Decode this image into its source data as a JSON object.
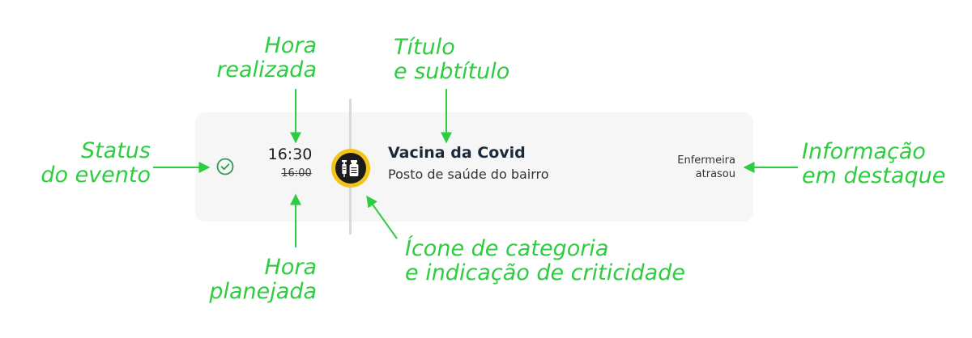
{
  "annotations": {
    "hora_realizada": [
      "Hora",
      "realizada"
    ],
    "titulo": [
      "Título",
      "e subtítulo"
    ],
    "status": [
      "Status",
      "do evento"
    ],
    "informacao": [
      "Informação",
      "em destaque"
    ],
    "hora_planejada": [
      "Hora",
      "planejada"
    ],
    "icone": [
      "Ícone de categoria",
      "e indicação de criticidade"
    ]
  },
  "event": {
    "time_done": "16:30",
    "time_planned": "16:00",
    "title": "Vacina da Covid",
    "subtitle": "Posto de saúde do bairro",
    "highlight": [
      "Enfermeira",
      "atrasou"
    ],
    "status_icon": "check-circle-icon",
    "category_icon": "vaccine-icon"
  },
  "colors": {
    "annotation": "#2ecc40",
    "card_background": "#f6f6f6",
    "criticality_ring": "#f2c318",
    "icon_background": "#1b1b1b"
  }
}
